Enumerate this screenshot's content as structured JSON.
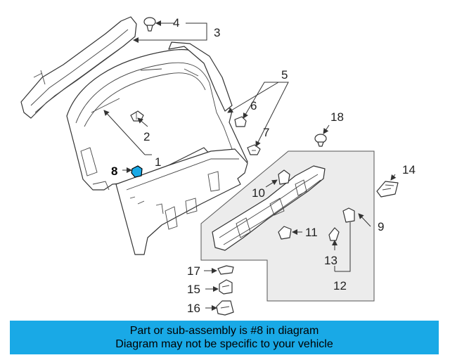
{
  "callouts": {
    "c1": "1",
    "c2": "2",
    "c3": "3",
    "c4": "4",
    "c5": "5",
    "c6": "6",
    "c7": "7",
    "c8": "8",
    "c9": "9",
    "c10": "10",
    "c11": "11",
    "c12": "12",
    "c13": "13",
    "c14": "14",
    "c15": "15",
    "c16": "16",
    "c17": "17",
    "c18": "18"
  },
  "highlighted_part": "8",
  "colors": {
    "banner": "#19a9e6",
    "highlight_part": "#19a9e6",
    "inset_panel": "#ececec"
  },
  "banner": {
    "line1": "Part or sub-assembly is #8 in diagram",
    "line2": "Diagram may not be specific to your vehicle"
  }
}
